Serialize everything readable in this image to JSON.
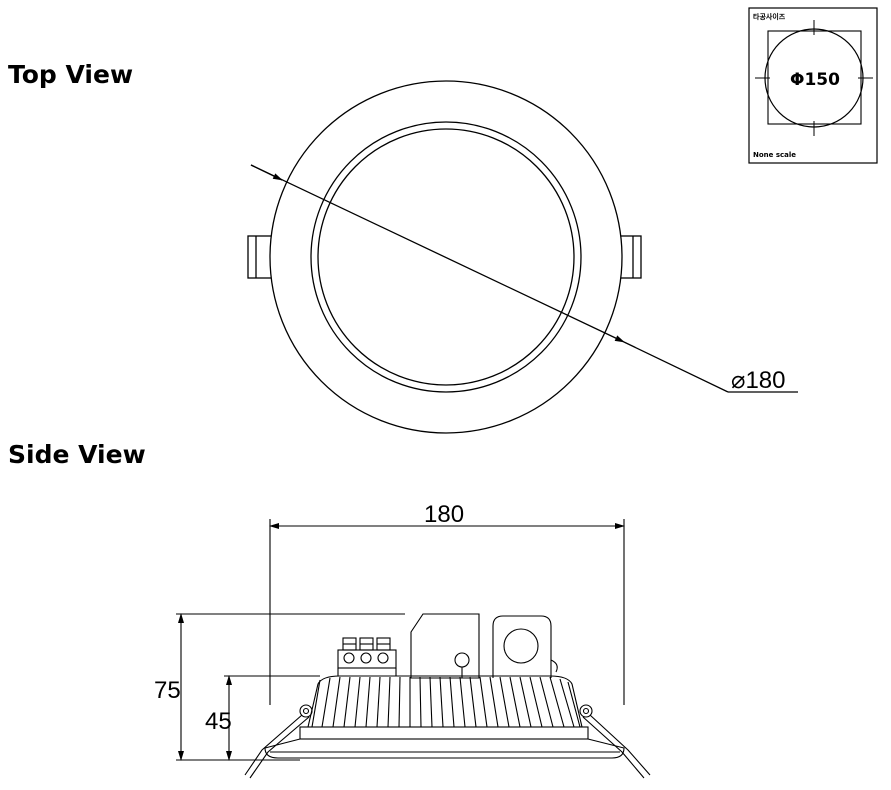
{
  "top_view": {
    "heading": "Top View",
    "diameter_label": "⌀180"
  },
  "side_view": {
    "heading": "Side View",
    "width_label": "180",
    "total_height_label": "75",
    "body_height_label": "45"
  },
  "cutout_box": {
    "title": "타공사이즈",
    "cutout_label": "Φ150",
    "note": "None scale"
  },
  "colors": {
    "line": "#000000",
    "background": "#ffffff"
  }
}
